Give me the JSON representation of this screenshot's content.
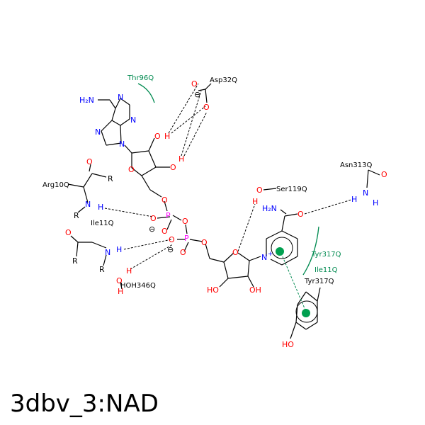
{
  "caption": "3dbv_3:NAD",
  "colors": {
    "carbon": "#000000",
    "nitrogen": "#0000ff",
    "oxygen": "#ff0000",
    "phosphorus": "#ff00ff",
    "interaction": "#008a50",
    "hbond": "#000000"
  },
  "residues": {
    "thr96": "Thr96Q",
    "asp32": "Asp32Q",
    "asn313": "Asn313Q",
    "arg10": "Arg10Q",
    "ile11_a": "Ile11Q",
    "ser119": "Ser119Q",
    "tyr317_contact": "Tyr317Q",
    "ile11_contact": "Ile11Q",
    "tyr317_ring": "Tyr317Q",
    "hoh346": "HOH346Q"
  },
  "atoms": {
    "n": "N",
    "o": "O",
    "p": "P",
    "h": "H",
    "r": "R",
    "nh2_ade": "H₂N",
    "nh2_amide": "H₂N",
    "ho": "HO",
    "oh": "OH",
    "minus": "⊖",
    "plus": "+"
  }
}
